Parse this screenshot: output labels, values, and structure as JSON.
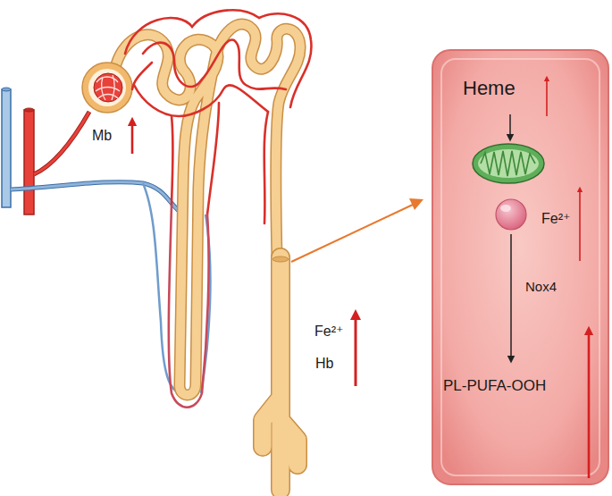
{
  "diagram": {
    "nodes": [
      {
        "text": [
          "Heme",
          "Fe²⁺",
          "Nox4",
          "PL-PUFA-OOH"
        ]
      }
    ],
    "labels": [
      "Mb",
      "Fe²⁺",
      "Hb"
    ]
  }
}
